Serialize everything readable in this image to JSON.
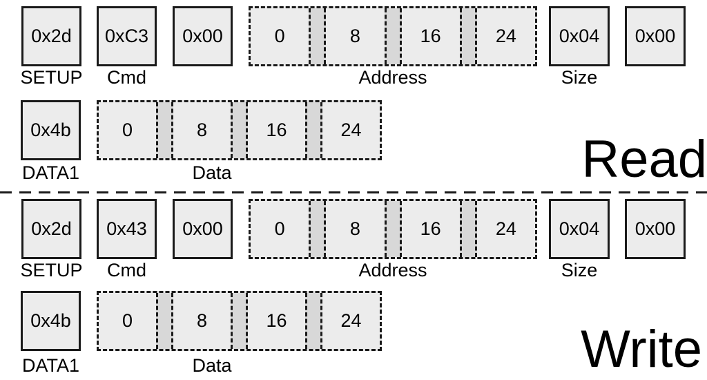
{
  "colors": {
    "background": "#ffffff",
    "box_fill": "#ececec",
    "separator_fill": "#d8d8d8",
    "border": "#1a1a1a"
  },
  "read": {
    "title": "Read",
    "setup_byte": "0x2d",
    "setup_label": "SETUP",
    "cmd_byte": "0xC3",
    "cmd_label": "Cmd",
    "pad_byte1": "0x00",
    "address": {
      "label": "Address",
      "cells": [
        "0",
        "8",
        "16",
        "24"
      ]
    },
    "size_byte": "0x04",
    "size_label": "Size",
    "pad_byte2": "0x00",
    "data1_byte": "0x4b",
    "data1_label": "DATA1",
    "data": {
      "label": "Data",
      "cells": [
        "0",
        "8",
        "16",
        "24"
      ]
    }
  },
  "write": {
    "title": "Write",
    "setup_byte": "0x2d",
    "setup_label": "SETUP",
    "cmd_byte": "0x43",
    "cmd_label": "Cmd",
    "pad_byte1": "0x00",
    "address": {
      "label": "Address",
      "cells": [
        "0",
        "8",
        "16",
        "24"
      ]
    },
    "size_byte": "0x04",
    "size_label": "Size",
    "pad_byte2": "0x00",
    "data1_byte": "0x4b",
    "data1_label": "DATA1",
    "data": {
      "label": "Data",
      "cells": [
        "0",
        "8",
        "16",
        "24"
      ]
    }
  }
}
